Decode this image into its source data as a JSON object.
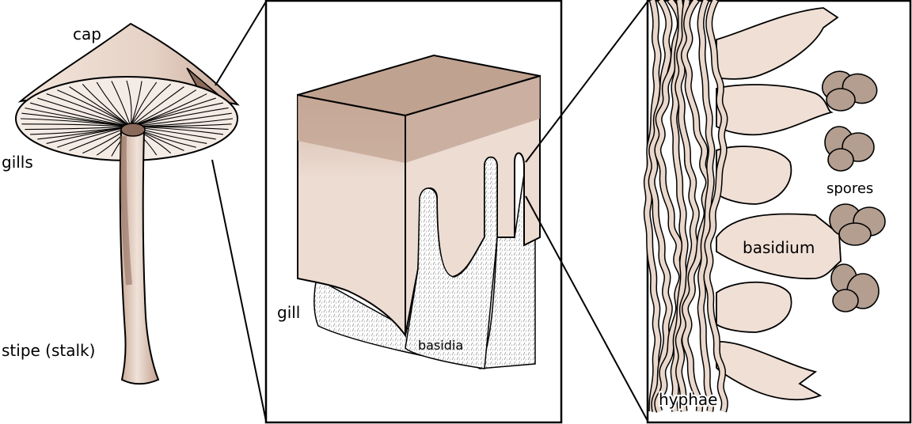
{
  "labels": {
    "cap": "cap",
    "gills": "gills",
    "stipe": "stipe (stalk)",
    "gill": "gill",
    "basidia": "basidia",
    "spores": "spores",
    "basidium": "basidium",
    "hyphae": "hyphae"
  },
  "colors": {
    "cap_light": "#efdfd5",
    "cap_mid": "#c8a898",
    "stalk_dark": "#8a6a5a",
    "block_top": "#c0a290",
    "block_face": "#ecdcd2",
    "spore": "#b39e90",
    "hypha": "#ead8cc",
    "outline": "#000000"
  }
}
